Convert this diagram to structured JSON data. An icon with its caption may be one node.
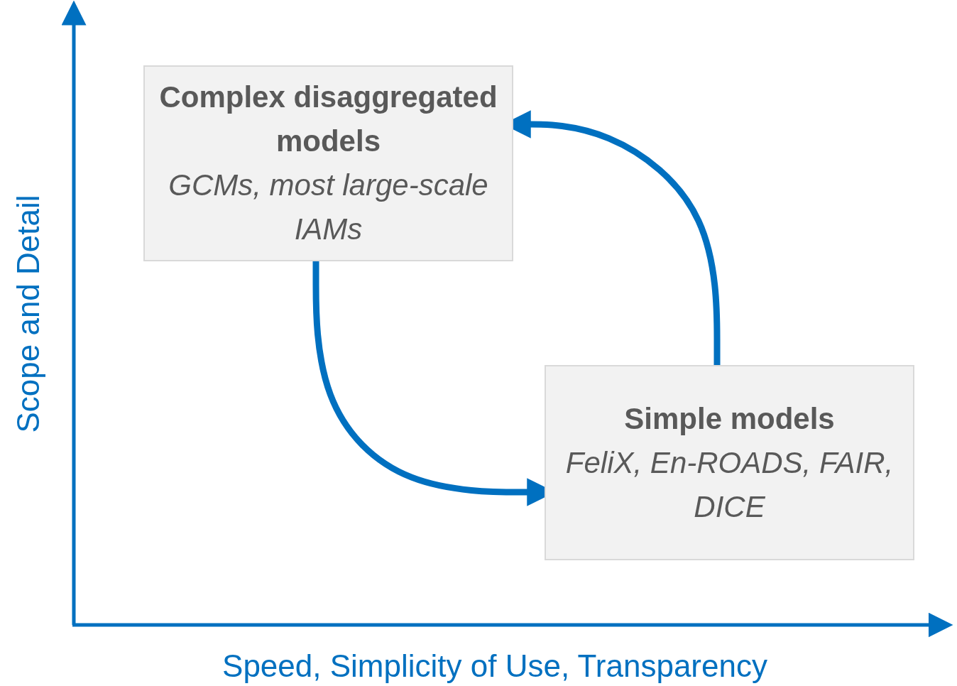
{
  "diagram": {
    "nodes": [
      {
        "text": [
          "Complex disaggregated models",
          "GCMs, most large-scale IAMs"
        ]
      },
      {
        "text": [
          "Simple models",
          "FeliX, En-ROADS, FAIR, DICE"
        ]
      }
    ],
    "edges": [
      {
        "from": 0,
        "to": 1,
        "arrow": "to"
      },
      {
        "from": 1,
        "to": 0,
        "arrow": "to"
      }
    ],
    "labels": [
      "Scope and Detail",
      "Speed, Simplicity of Use, Transparency"
    ]
  }
}
